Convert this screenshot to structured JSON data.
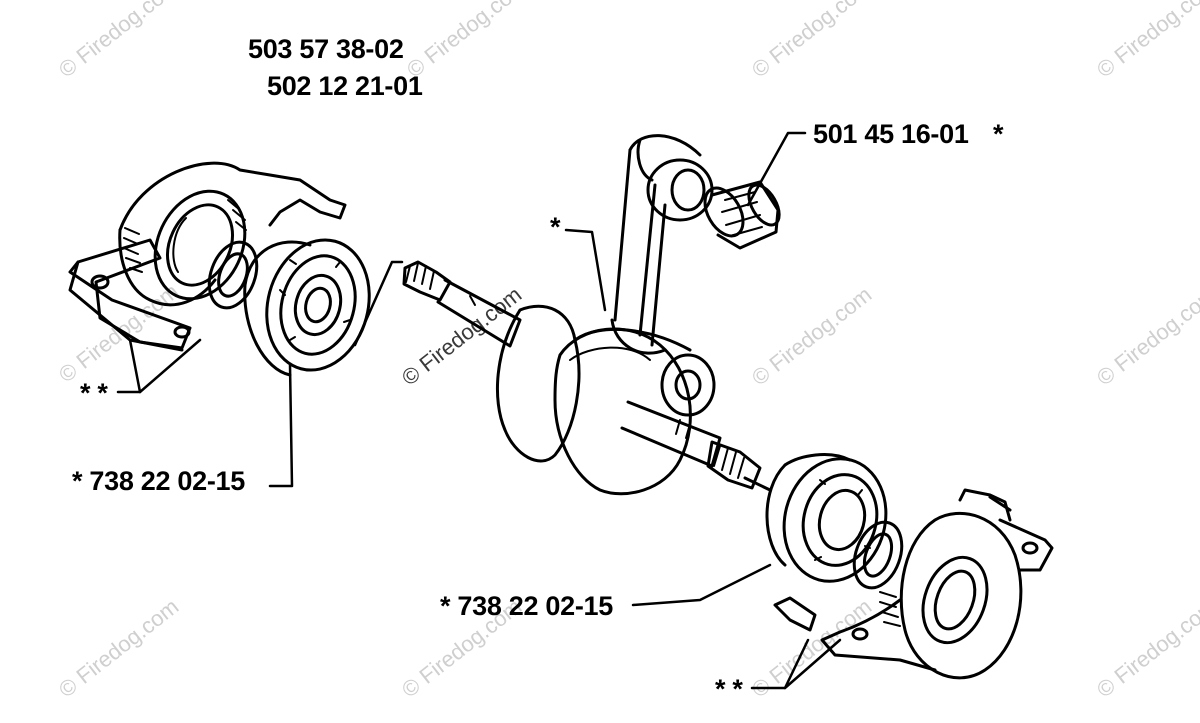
{
  "watermark": {
    "text": "© Firedog.com",
    "color": "#cfcfcf"
  },
  "labels": {
    "top_part_1": "503 57 38-02",
    "top_part_2": "502 12 21-01",
    "needle_bearing": "501 45 16-01",
    "needle_bearing_star": "*",
    "connecting_rod_star": "*",
    "left_bearing": "* 738 22 02-15",
    "right_bearing": "* 738 22 02-15",
    "left_housing_stars": "* *",
    "right_housing_stars": "* *"
  }
}
